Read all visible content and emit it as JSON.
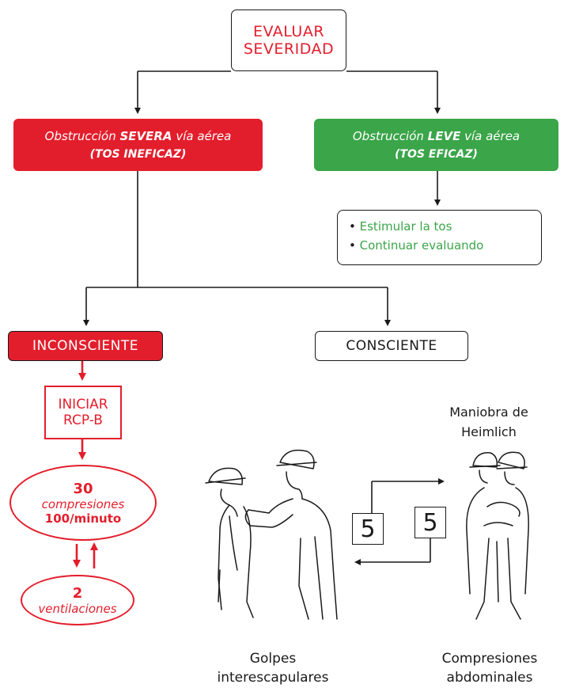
{
  "colors": {
    "red": "#e31e2c",
    "green": "#3aa549",
    "ink": "#1a1a1a"
  },
  "evaluate": {
    "line1": "EVALUAR",
    "line2": "SEVERIDAD"
  },
  "severe": {
    "prefix": "Obstrucción ",
    "keyword": "SEVERA",
    "suffix": " vía aérea",
    "sub": "(TOS INEFICAZ)"
  },
  "mild": {
    "prefix": "Obstrucción ",
    "keyword": "LEVE",
    "suffix": " vía aérea",
    "sub": "(TOS EFICAZ)"
  },
  "mild_actions": [
    "Estimular la tos",
    "Continuar evaluando"
  ],
  "unconscious": "INCONSCIENTE",
  "conscious": "CONSCIENTE",
  "rcp": {
    "line1": "INICIAR",
    "line2": "RCP-B"
  },
  "compressions": {
    "count": "30",
    "label": "compresiones",
    "rate": "100/minuto"
  },
  "ventilations": {
    "count": "2",
    "label": "ventilaciones"
  },
  "cycle": {
    "back_blows_count": "5",
    "abdominal_count": "5"
  },
  "heimlich_title": {
    "line1": "Maniobra de",
    "line2": "Heimlich"
  },
  "back_blows_caption": {
    "line1": "Golpes",
    "line2": "interescapulares"
  },
  "abdominal_caption": {
    "line1": "Compresiones",
    "line2": "abdominales"
  }
}
